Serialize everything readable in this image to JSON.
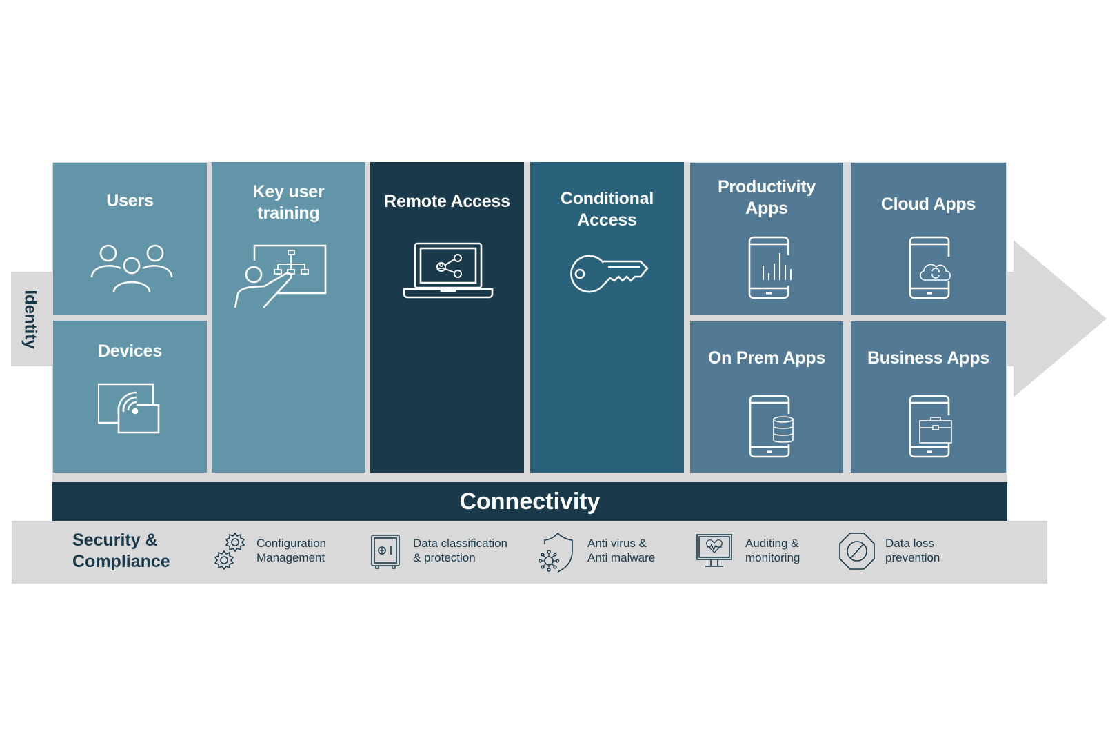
{
  "identity": {
    "label": "Identity",
    "icon": "identity-arrow-icon"
  },
  "tiles": [
    {
      "id": "users",
      "title": "Users",
      "icon": "users-icon",
      "color": "#6395a9"
    },
    {
      "id": "devices",
      "title": "Devices",
      "icon": "devices-cast-icon",
      "color": "#6395a9"
    },
    {
      "id": "key-user-training",
      "title_lines": [
        "Key user",
        "training"
      ],
      "icon": "presentation-icon",
      "color": "#6395a9"
    },
    {
      "id": "remote-access",
      "title": "Remote Access",
      "icon": "laptop-share-icon",
      "color": "#1a3a4b"
    },
    {
      "id": "conditional-access",
      "title_lines": [
        "Conditional",
        "Access"
      ],
      "icon": "key-icon",
      "color": "#2a627c"
    },
    {
      "id": "productivity-apps",
      "title_lines": [
        "Productivity",
        "Apps"
      ],
      "icon": "phone-chart-icon",
      "color": "#537a94"
    },
    {
      "id": "cloud-apps",
      "title": "Cloud Apps",
      "icon": "phone-cloud-sync-icon",
      "color": "#537a94"
    },
    {
      "id": "on-prem-apps",
      "title": "On Prem Apps",
      "icon": "phone-database-icon",
      "color": "#537a94"
    },
    {
      "id": "business-apps",
      "title": "Business Apps",
      "icon": "phone-briefcase-icon",
      "color": "#537a94"
    }
  ],
  "connectivity": {
    "label": "Connectivity",
    "color": "#1a3a4b"
  },
  "security": {
    "title_lines": [
      "Security &",
      "Compliance"
    ],
    "items": [
      {
        "lines": [
          "Configuration",
          "Management"
        ],
        "icon": "gears-icon"
      },
      {
        "lines": [
          "Data classification",
          "& protection"
        ],
        "icon": "safe-icon"
      },
      {
        "lines": [
          "Anti virus &",
          "Anti malware"
        ],
        "icon": "shield-virus-icon"
      },
      {
        "lines": [
          "Auditing &",
          "monitoring"
        ],
        "icon": "monitor-heartbeat-icon"
      },
      {
        "lines": [
          "Data loss",
          "prevention"
        ],
        "icon": "octagon-prohibited-icon"
      }
    ]
  },
  "colors": {
    "background_grey": "#d9d9d9",
    "text_dark": "#1a3a4b"
  }
}
